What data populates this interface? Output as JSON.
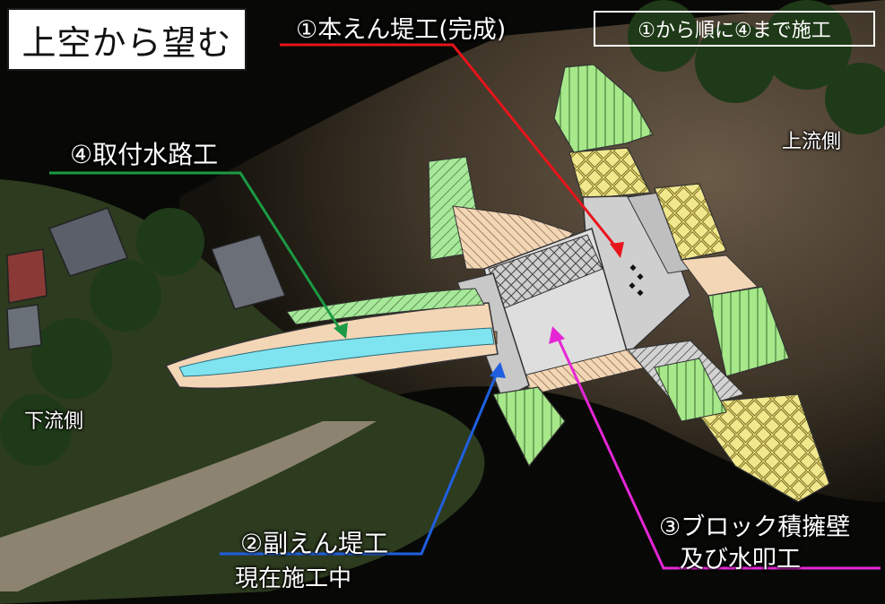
{
  "title": "上空から望む",
  "order_note": "①から順に④まで施工",
  "labels": {
    "main_dam": "①本えん堤工(完成)",
    "canal": "④取付水路工",
    "sub_dam": "②副えん堤工",
    "sub_dam_status": "現在施工中",
    "block_wall_line1": "③ブロック積擁壁",
    "block_wall_line2": "及び水叩工",
    "upstream": "上流側",
    "downstream": "下流側"
  },
  "colors": {
    "main_dam_arrow": "#e8141b",
    "canal_arrow": "#1b9a43",
    "sub_dam_arrow": "#1f5fe0",
    "block_wall_arrow": "#e526d6",
    "vegetation_fill": "#a6e88a",
    "concrete": "#cfcfcf",
    "soil_fill": "#f2d3b4",
    "gabion_fill": "#f0e68c",
    "water": "#7fe3f0"
  }
}
